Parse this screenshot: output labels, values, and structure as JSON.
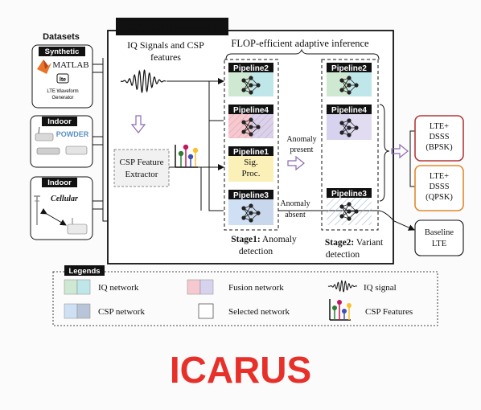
{
  "datasets": {
    "title": "Datasets",
    "synthetic": {
      "tag": "Synthetic",
      "matlab": "MATLAB",
      "lte_logo": "lte",
      "caption_line1": "LTE Waveform",
      "caption_line2": "Generator"
    },
    "indoor_powder": {
      "tag": "Indoor",
      "logo": "POWDER"
    },
    "indoor_cellular": {
      "tag": "Indoor",
      "logo": "Cellular"
    }
  },
  "framework": {
    "title": "ICARUS Framework",
    "input_label_line1": "IQ Signals and CSP",
    "input_label_line2": "features",
    "flop_label": "FLOP-efficient adaptive inference",
    "csp_extractor_line1": "CSP Feature",
    "csp_extractor_line2": "Extractor",
    "stage1": {
      "pipelines": [
        "Pipeline2",
        "Pipeline4",
        "Pipeline1",
        "Pipeline3"
      ],
      "sig_proc_line1": "Sig.",
      "sig_proc_line2": "Proc.",
      "label_bold": "Stage1:",
      "label_rest": " Anomaly",
      "label_line2": "detection"
    },
    "anomaly_present_line1": "Anomaly",
    "anomaly_present_line2": "present",
    "anomaly_absent_line1": "Anomaly",
    "anomaly_absent_line2": "absent",
    "stage2": {
      "pipelines": [
        "Pipeline2",
        "Pipeline4",
        "Pipeline3"
      ],
      "label_bold": "Stage2:",
      "label_rest": " Variant",
      "label_line2": "detection"
    }
  },
  "outputs": {
    "bpsk": [
      "LTE+",
      "DSSS",
      "(BPSK)"
    ],
    "qpsk": [
      "LTE+",
      "DSSS",
      "(QPSK)"
    ],
    "baseline": [
      "Baseline",
      "LTE"
    ]
  },
  "legend": {
    "title": "Legends",
    "iq_network": "IQ network",
    "fusion_network": "Fusion network",
    "iq_signal": "IQ signal",
    "csp_network": "CSP network",
    "selected_network": "Selected network",
    "csp_features": "CSP Features"
  },
  "big_title": "ICARUS",
  "colors": {
    "iq_green": "#cfe8d2",
    "iq_teal": "#bfe7ea",
    "fusion_pink": "#f5c9cf",
    "fusion_lav": "#d7d3ef",
    "csp_blue": "#cfe0f5",
    "csp_slate": "#b8c5d8",
    "sig_proc_yellow": "#fbf0b8",
    "bpsk_border": "#b33a3a",
    "qpsk_border": "#e08a2e",
    "title_red": "#e8302a",
    "purple_arrow": "#8c6bb1"
  }
}
